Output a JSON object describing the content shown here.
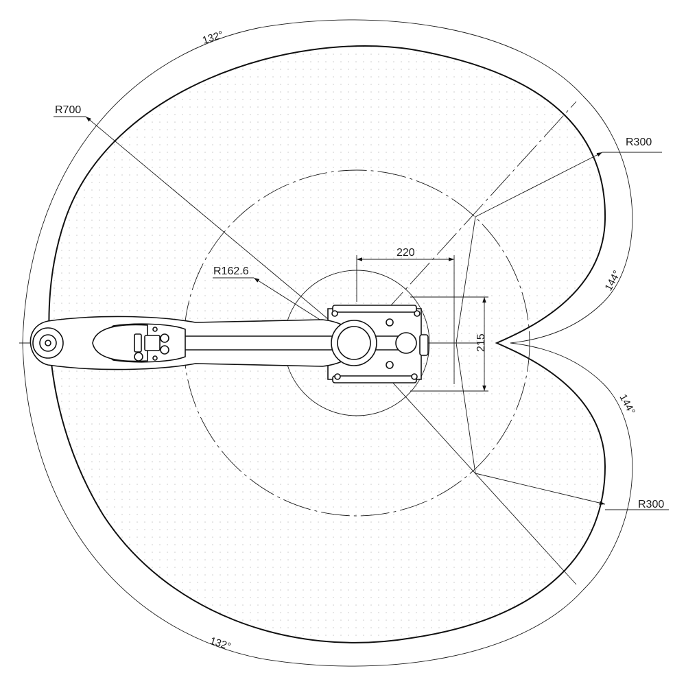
{
  "dimensions": {
    "reach_radius": "R700",
    "inner_radius": "R162.6",
    "end_radius_upper": "R300",
    "end_radius_lower": "R300",
    "base_width": "220",
    "base_height": "215",
    "angle_j1_upper": "132°",
    "angle_j1_lower": "132°",
    "angle_j2_upper": "144°",
    "angle_j2_lower": "144°"
  },
  "colors": {
    "line": "#1a1a1a",
    "area_dots": "#c9c9c9",
    "background": "#ffffff"
  }
}
